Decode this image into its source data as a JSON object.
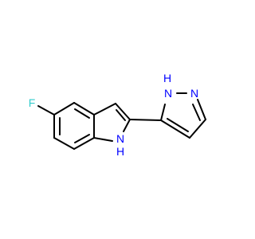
{
  "molecule": {
    "atoms": {
      "fluorine": "F",
      "indole_nitrogen": "N",
      "indole_hydrogen": "H",
      "pyrazole_nh_nitrogen": "N",
      "pyrazole_nh_hydrogen": "H",
      "pyrazole_nitrogen": "N"
    },
    "colors": {
      "fluorine": "#33cccc",
      "nitrogen": "#0000ff",
      "bond": "#000000"
    }
  }
}
